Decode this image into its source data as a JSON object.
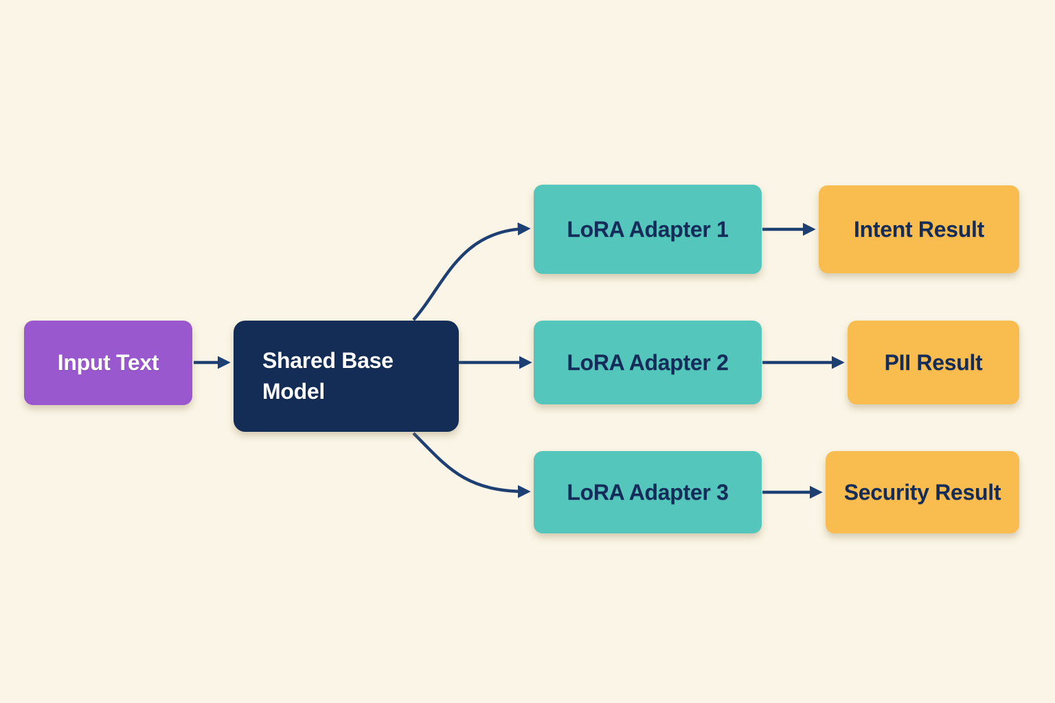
{
  "diagram": {
    "background_color": "#faf5e6",
    "arrow_color": "#1d3f72",
    "nodes": {
      "input": {
        "label": "Input Text",
        "color": "#9a58ce",
        "text_color": "#ffffff"
      },
      "base": {
        "label": "Shared Base Model",
        "color": "#132d56",
        "text_color": "#ffffff"
      },
      "adapter1": {
        "label": "LoRA Adapter 1",
        "color": "#54c6bb",
        "text_color": "#132c5a"
      },
      "adapter2": {
        "label": "LoRA Adapter 2",
        "color": "#54c6bb",
        "text_color": "#132c5a"
      },
      "adapter3": {
        "label": "LoRA Adapter 3",
        "color": "#54c6bb",
        "text_color": "#132c5a"
      },
      "intent": {
        "label": "Intent Result",
        "color": "#f9bd4f",
        "text_color": "#132c5a"
      },
      "pii": {
        "label": "PII Result",
        "color": "#f9bd4f",
        "text_color": "#132c5a"
      },
      "security": {
        "label": "Security Result",
        "color": "#f9bd4f",
        "text_color": "#132c5a"
      }
    },
    "edges": [
      {
        "from": "input",
        "to": "base"
      },
      {
        "from": "base",
        "to": "adapter1"
      },
      {
        "from": "base",
        "to": "adapter2"
      },
      {
        "from": "base",
        "to": "adapter3"
      },
      {
        "from": "adapter1",
        "to": "intent"
      },
      {
        "from": "adapter2",
        "to": "pii"
      },
      {
        "from": "adapter3",
        "to": "security"
      }
    ]
  }
}
